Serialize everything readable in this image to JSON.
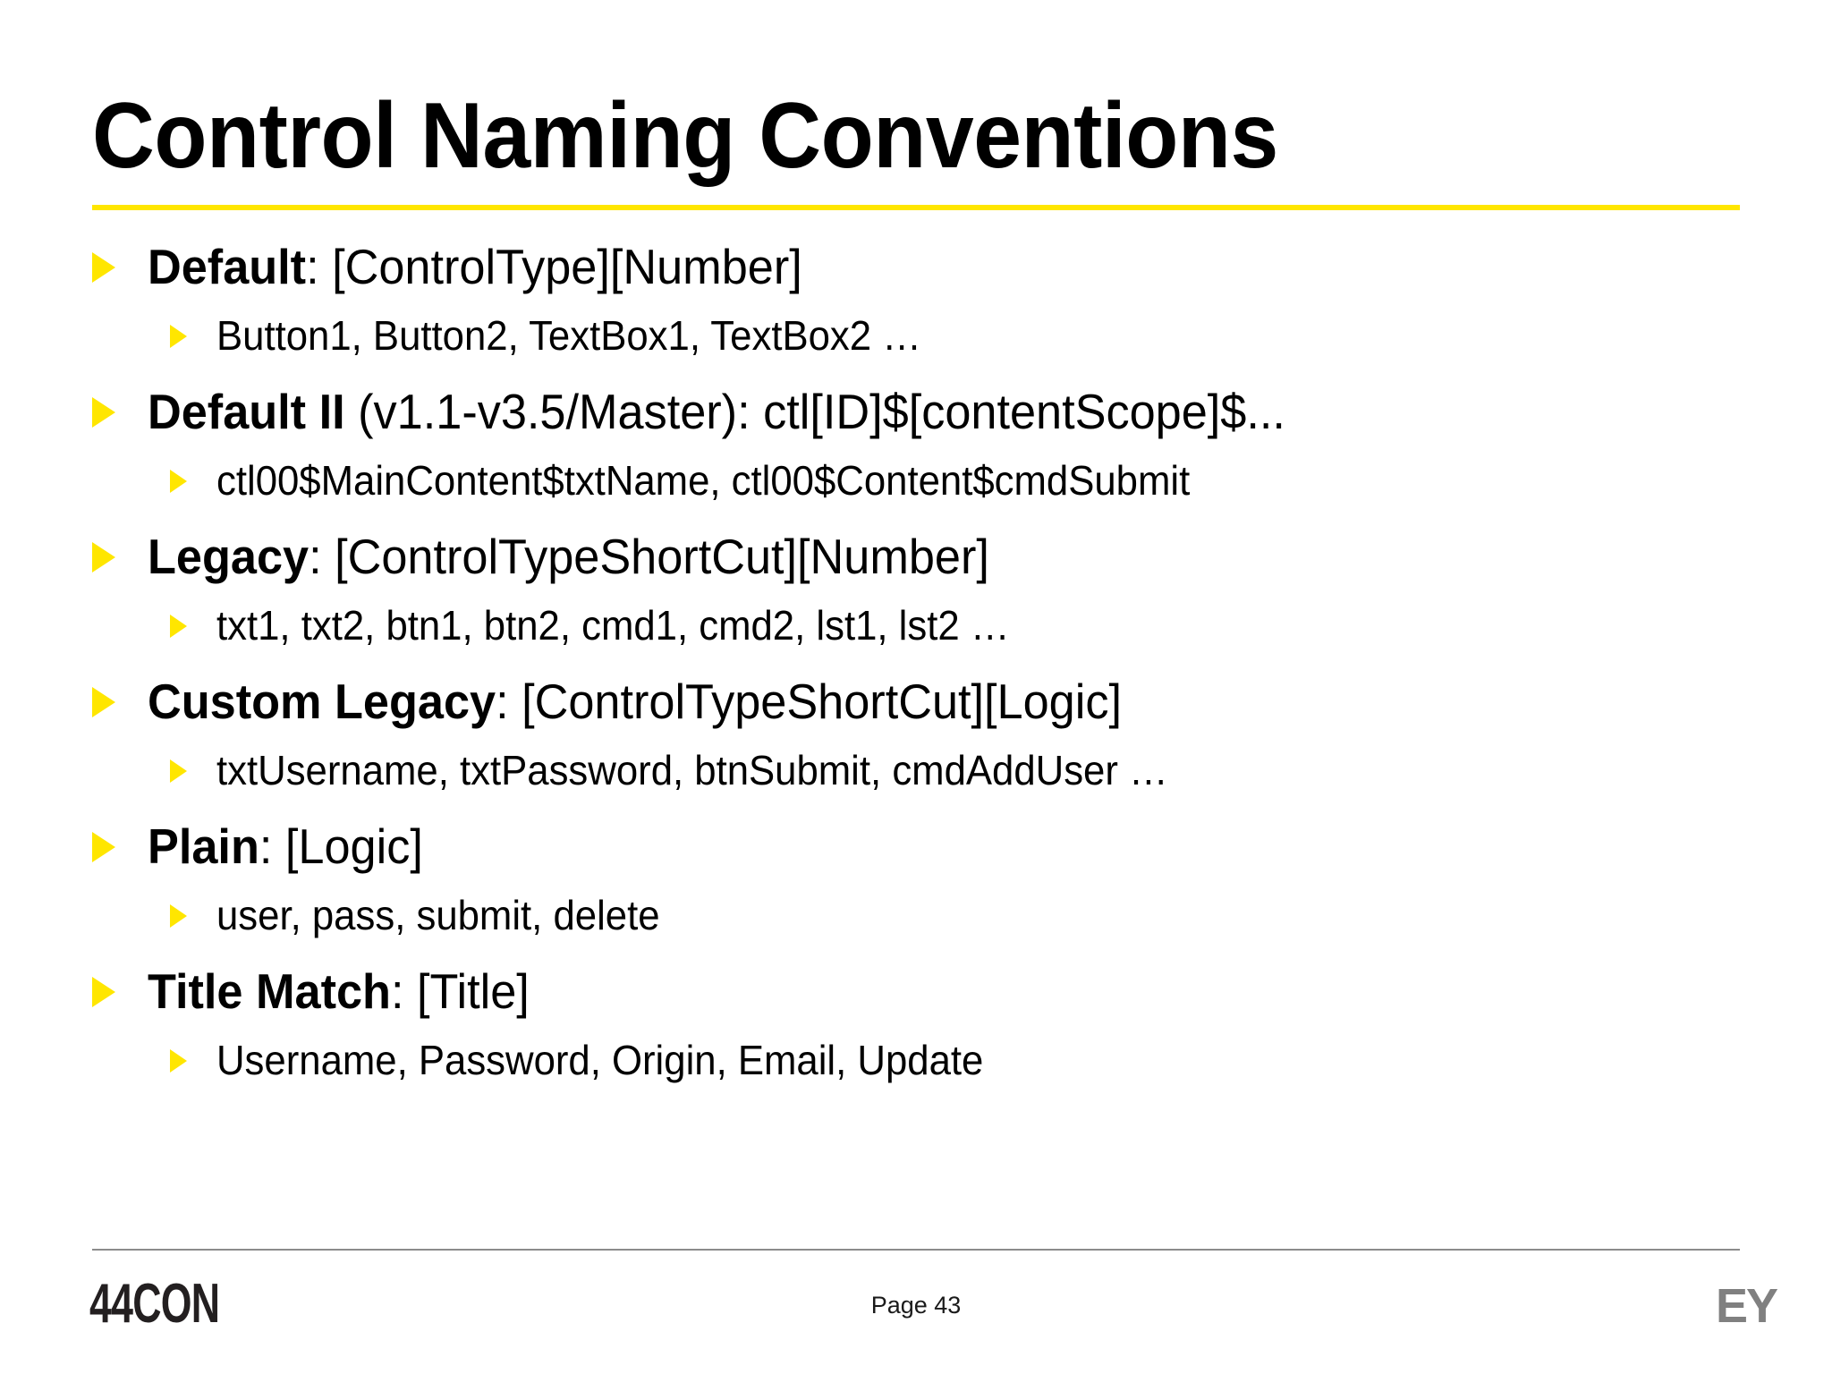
{
  "slide": {
    "title": "Control Naming Conventions",
    "accent_color": "#FFE600",
    "rule_color": "#8C8C8C",
    "background": "#FFFFFF",
    "text_color": "#000000"
  },
  "content": {
    "bullets": [
      {
        "level": 1,
        "bold_prefix": "Default",
        "rest": ": [ControlType][Number]",
        "marker": "triangle-right-icon"
      },
      {
        "level": 2,
        "bold_prefix": "",
        "rest": "Button1, Button2, TextBox1, TextBox2 …",
        "marker": "triangle-right-icon"
      },
      {
        "level": 1,
        "bold_prefix": "Default II",
        "rest": " (v1.1-v3.5/Master): ctl[ID]$[contentScope]$...",
        "marker": "triangle-right-icon"
      },
      {
        "level": 2,
        "bold_prefix": "",
        "rest": "ctl00$MainContent$txtName, ctl00$Content$cmdSubmit",
        "marker": "triangle-right-icon"
      },
      {
        "level": 1,
        "bold_prefix": "Legacy",
        "rest": ": [ControlTypeShortCut][Number]",
        "marker": "triangle-right-icon"
      },
      {
        "level": 2,
        "bold_prefix": "",
        "rest": "txt1, txt2, btn1, btn2, cmd1, cmd2, lst1, lst2 …",
        "marker": "triangle-right-icon"
      },
      {
        "level": 1,
        "bold_prefix": "Custom Legacy",
        "rest": ": [ControlTypeShortCut][Logic]",
        "marker": "triangle-right-icon"
      },
      {
        "level": 2,
        "bold_prefix": "",
        "rest": "txtUsername, txtPassword, btnSubmit, cmdAddUser …",
        "marker": "triangle-right-icon"
      },
      {
        "level": 1,
        "bold_prefix": "Plain",
        "rest": ": [Logic]",
        "marker": "triangle-right-icon"
      },
      {
        "level": 2,
        "bold_prefix": "",
        "rest": "user, pass, submit, delete",
        "marker": "triangle-right-icon"
      },
      {
        "level": 1,
        "bold_prefix": "Title Match",
        "rest": ": [Title]",
        "marker": "triangle-right-icon"
      },
      {
        "level": 2,
        "bold_prefix": "",
        "rest": "Username, Password, Origin, Email, Update",
        "marker": "triangle-right-icon"
      }
    ]
  },
  "footer": {
    "conference_logo": "44CON",
    "page_label": "Page 43",
    "brand_logo": "EY",
    "brand_logo_color": "#808080"
  }
}
